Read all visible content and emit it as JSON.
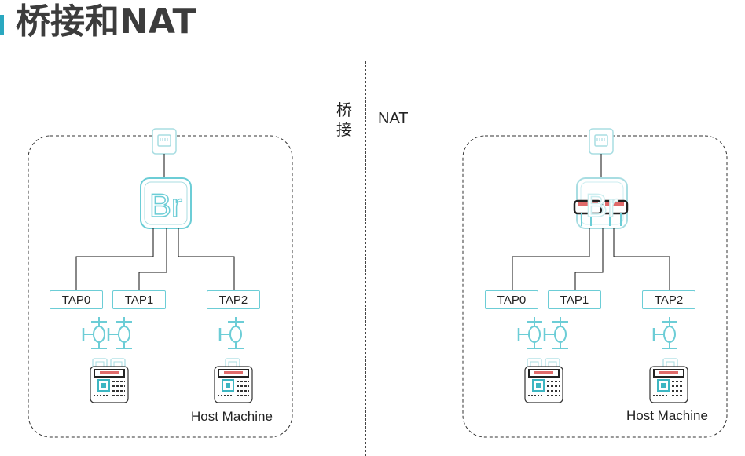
{
  "title": "桥接和NAT",
  "labels": {
    "bridge": "桥接",
    "nat": "NAT"
  },
  "bridge_panel": {
    "switch_letters": "Br",
    "taps": [
      "TAP0",
      "TAP1",
      "TAP2"
    ],
    "host_label": "Host Machine"
  },
  "nat_panel": {
    "switch_letters": "Br",
    "taps": [
      "TAP0",
      "TAP1",
      "TAP2"
    ],
    "host_label": "Host Machine"
  },
  "colors": {
    "accent": "#2aa8c0",
    "device": "#6ccdd6",
    "line": "#111111"
  }
}
